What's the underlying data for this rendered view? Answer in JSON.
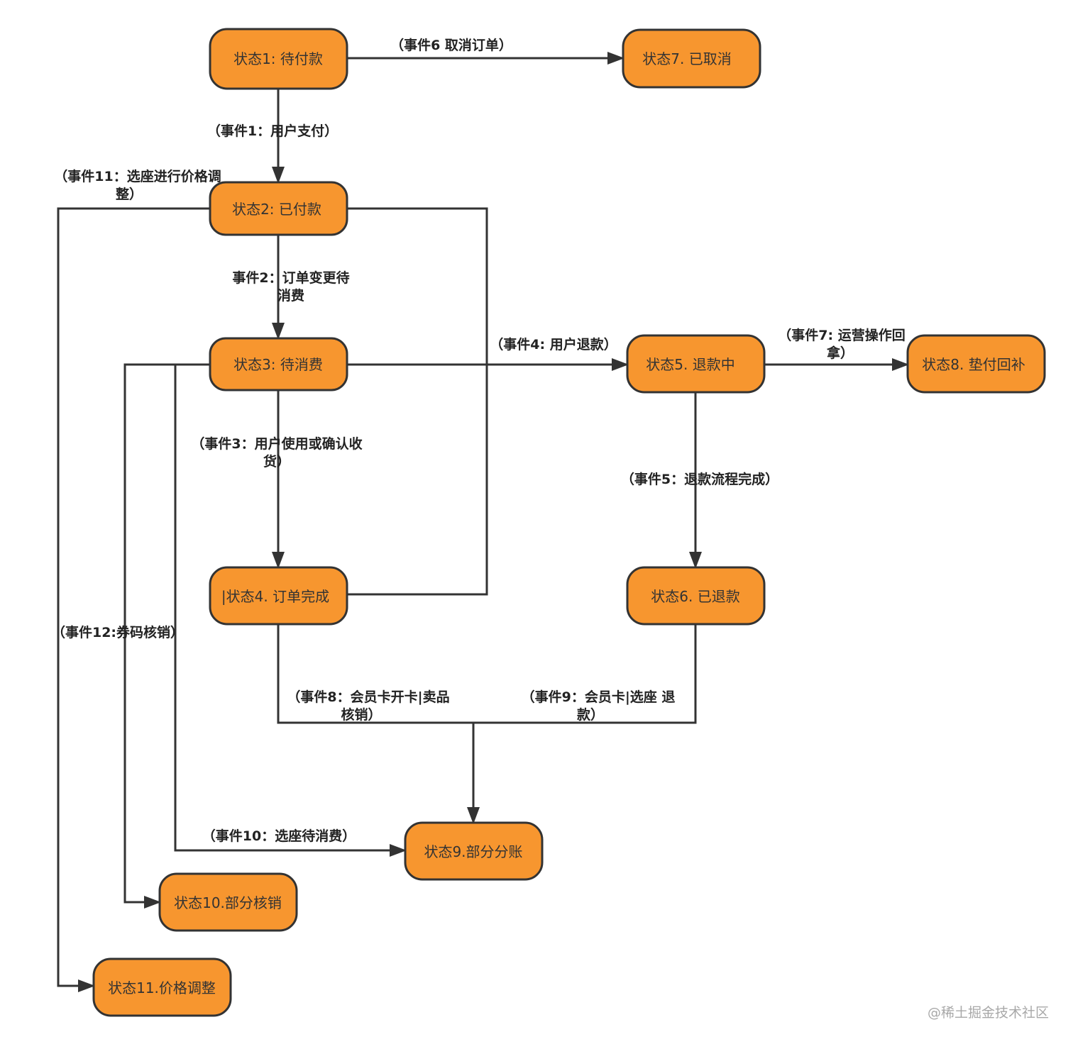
{
  "diagram": {
    "colors": {
      "node_fill": "#F7962F",
      "stroke": "#333333",
      "label": "#222222"
    },
    "states": {
      "s1": "状态1:   待付款",
      "s2": "状态2:   已付款",
      "s3": "状态3:   待消费",
      "s4": "|状态4. 订单完成",
      "s5": "状态5. 退款中",
      "s6": "状态6. 已退款",
      "s7": "状态7. 已取消",
      "s8": "状态8. 垫付回补",
      "s9": "状态9.部分分账",
      "s10": "状态10.部分核销",
      "s11": "状态11.价格调整"
    },
    "events": {
      "e1": "（事件1：用户支付）",
      "e2_line1": "事件2：订单变更待",
      "e2_line2": "消费",
      "e3_line1": "（事件3：用户使用或确认收",
      "e3_line2": "货）",
      "e4": "（事件4: 用户退款）",
      "e5": "（事件5：退款流程完成）",
      "e6": "（事件6 取消订单）",
      "e7_line1": "（事件7: 运营操作回",
      "e7_line2": "拿）",
      "e8_line1": "（事件8：会员卡开卡|卖品",
      "e8_line2": "核销）",
      "e9_line1": "（事件9：会员卡|选座 退",
      "e9_line2": "款）",
      "e10": "（事件10：选座待消费）",
      "e11_line1": "（事件11：选座进行价格调",
      "e11_line2": "整）",
      "e12": "（事件12:券码核销）"
    }
  },
  "watermark": "@稀土掘金技术社区"
}
